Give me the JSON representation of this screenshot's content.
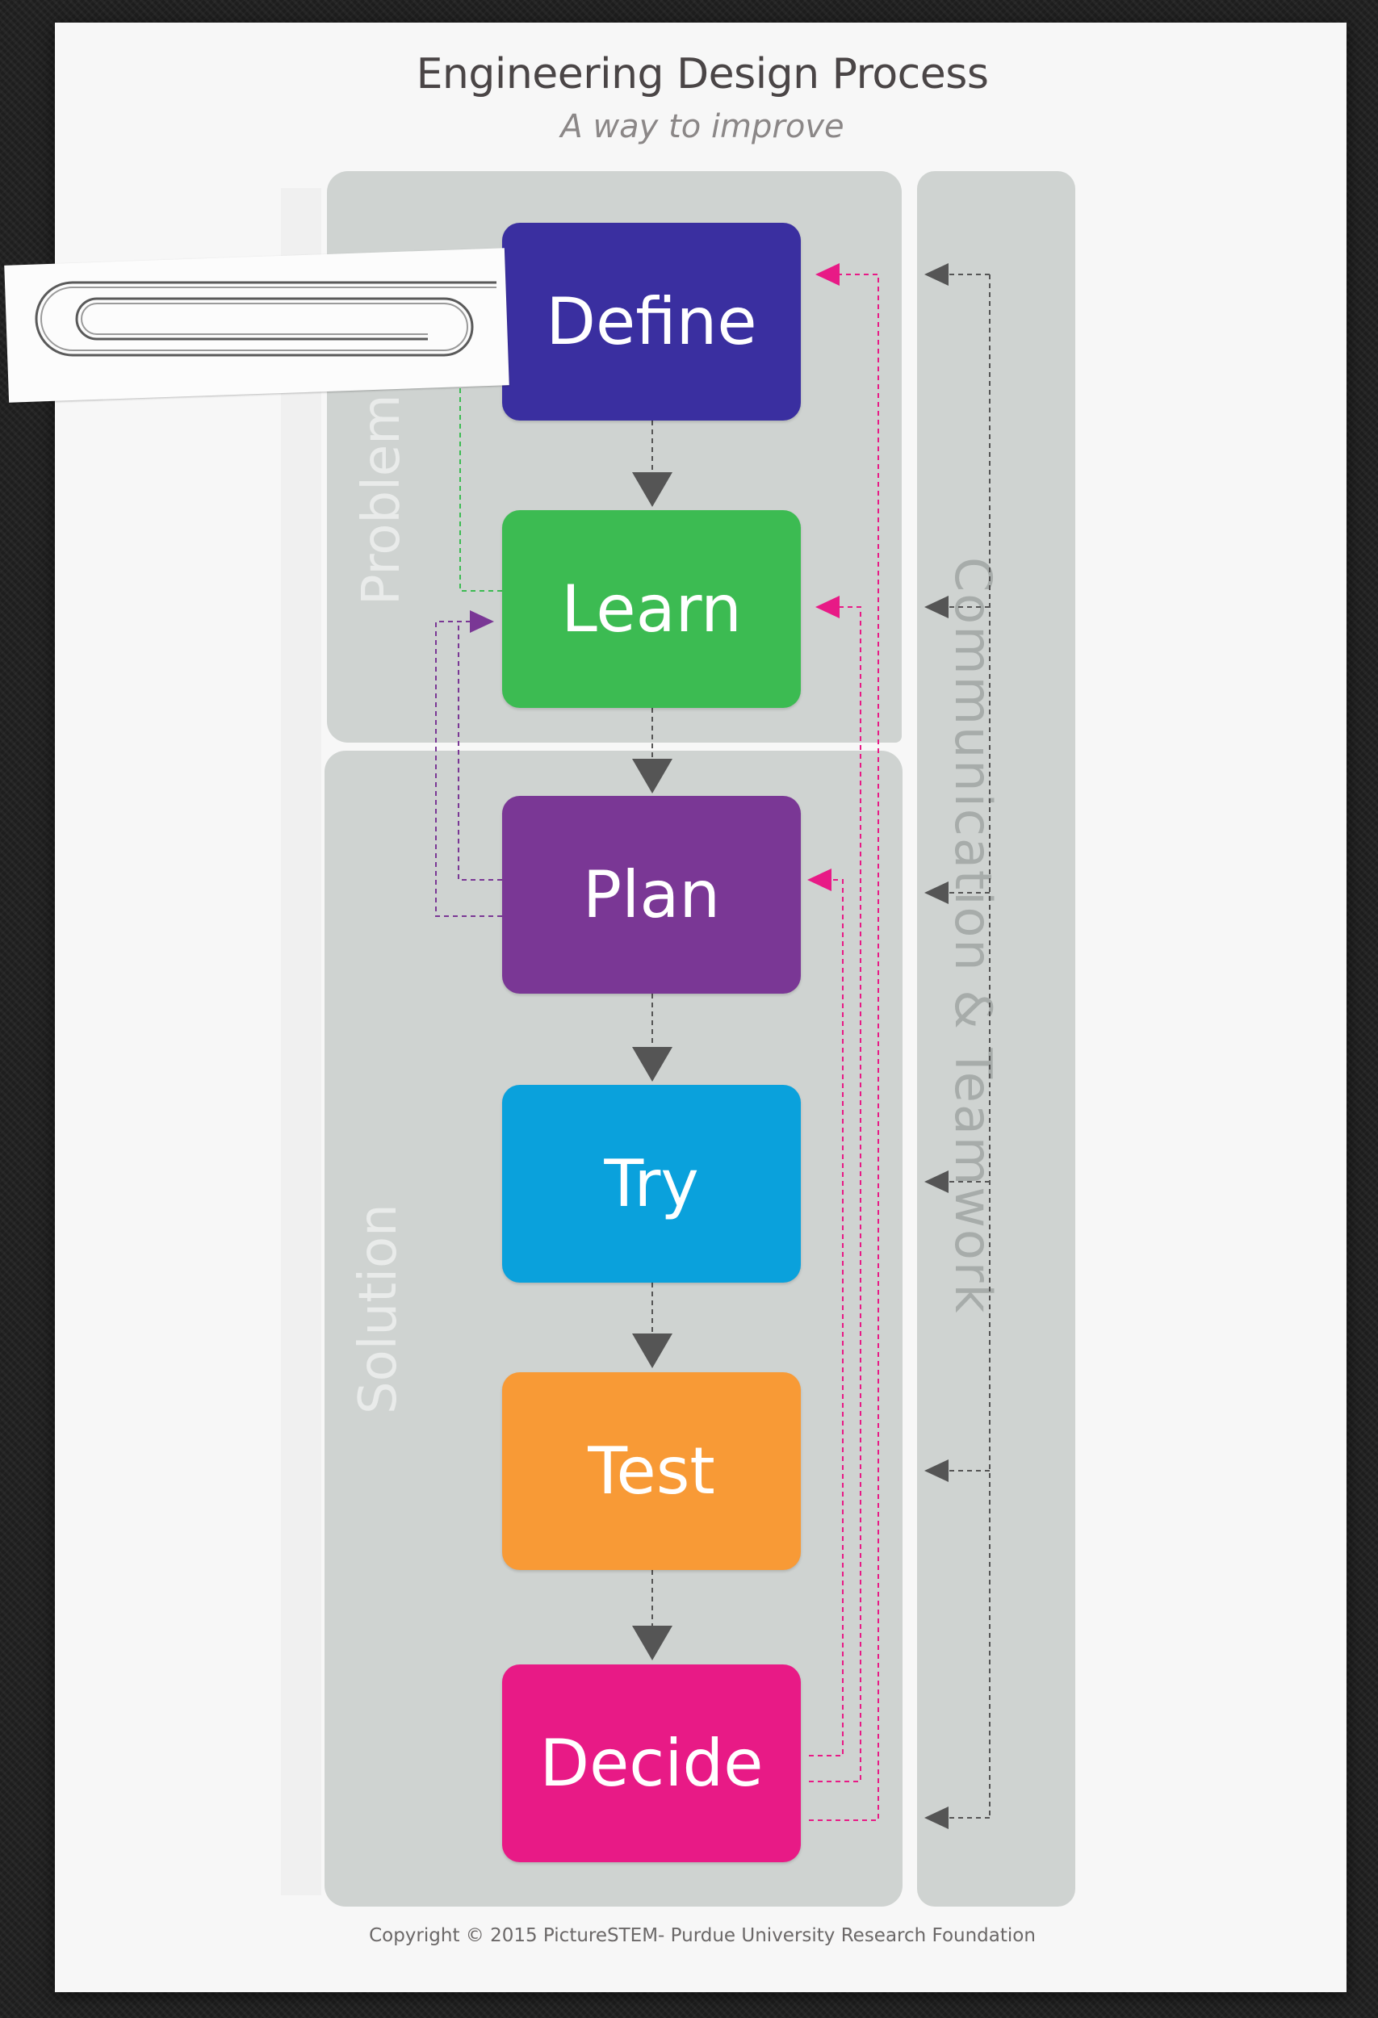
{
  "diagram": {
    "title": "Engineering Design Process",
    "subtitle": "A way to improve",
    "phases": {
      "problem": "Problem",
      "solution": "Solution",
      "communication": "Communication & Teamwork"
    },
    "steps": [
      {
        "label": "Define",
        "color": "#3a2fa0"
      },
      {
        "label": "Learn",
        "color": "#3cbb52"
      },
      {
        "label": "Plan",
        "color": "#7a3795"
      },
      {
        "label": "Try",
        "color": "#0aa1dc"
      },
      {
        "label": "Test",
        "color": "#f89a36"
      },
      {
        "label": "Decide",
        "color": "#e81a86"
      }
    ],
    "flow": [
      {
        "from": "Define",
        "to": "Learn"
      },
      {
        "from": "Learn",
        "to": "Plan"
      },
      {
        "from": "Plan",
        "to": "Try"
      },
      {
        "from": "Try",
        "to": "Test"
      },
      {
        "from": "Test",
        "to": "Decide"
      }
    ],
    "feedback_loops": [
      {
        "from": "Decide",
        "to": "Define",
        "color": "#e81a86"
      },
      {
        "from": "Decide",
        "to": "Learn",
        "color": "#e81a86"
      },
      {
        "from": "Decide",
        "to": "Plan",
        "color": "#e81a86"
      },
      {
        "from": "Plan",
        "to": "Learn",
        "color": "#7a3795"
      },
      {
        "from": "Learn",
        "to": "Define",
        "color": "#3cbb52"
      }
    ],
    "communication_arrows_targets": [
      "Define",
      "Learn",
      "Plan",
      "Try",
      "Test",
      "Decide"
    ],
    "copyright": "Copyright © 2015 PictureSTEM- Purdue University Research Foundation"
  },
  "colors": {
    "panel": "#cfd3d1",
    "paper": "#f7f7f7",
    "title_text": "#4a4546",
    "arrow_gray": "#555555",
    "arrow_pink": "#e81a86"
  },
  "icons": {
    "clip": "paper-clip-icon"
  }
}
